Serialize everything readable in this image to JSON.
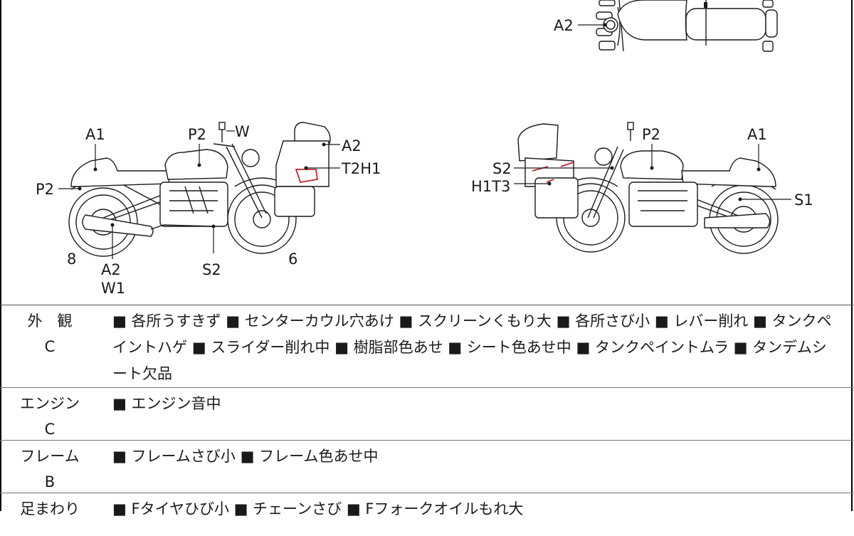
{
  "diagram": {
    "labels": {
      "top_a2": "A2",
      "left_a1": "A1",
      "left_p2_tank": "P2",
      "left_w": "W",
      "left_a2_cowl": "A2",
      "left_t2h1": "T2H1",
      "left_p2_rear": "P2",
      "left_8": "8",
      "left_a2_bottom": "A2",
      "left_w1": "W1",
      "left_s2": "S2",
      "left_6": "6",
      "right_p2": "P2",
      "right_a1": "A1",
      "right_s2": "S2",
      "right_h1t3": "H1T3",
      "right_s1": "S1"
    }
  },
  "table": {
    "rows": [
      {
        "category": "外　観",
        "grade": "C",
        "items": [
          "■ 各所うすきず",
          "■ センターカウル穴あけ",
          "■ スクリーンくもり大",
          "■ 各所さび小",
          "■ レバー削れ",
          "■ タンクペイントハゲ",
          "■ スライダー削れ中",
          "■ 樹脂部色あせ",
          "■ シート色あせ中",
          "■ タンクペイントムラ",
          "■ タンデムシート欠品"
        ]
      },
      {
        "category": "エンジン",
        "grade": "C",
        "items": [
          "■ エンジン音中"
        ]
      },
      {
        "category": "フレーム",
        "grade": "B",
        "items": [
          "■ フレームさび小",
          "■ フレーム色あせ中"
        ]
      },
      {
        "category": "足まわり",
        "grade": "",
        "items": [
          "■ Fタイヤひび小",
          "■ チェーンさび",
          "■ Fフォークオイルもれ大"
        ]
      }
    ]
  }
}
